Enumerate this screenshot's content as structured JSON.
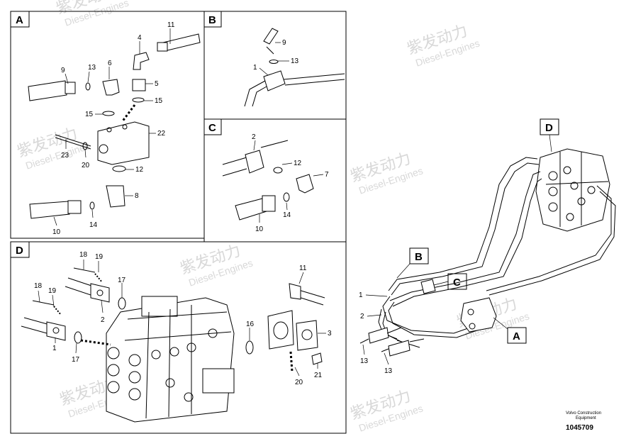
{
  "watermark": {
    "chinese": "紫发动力",
    "english": "Diesel-Engines"
  },
  "panels": {
    "a": {
      "letter": "A",
      "callouts": [
        "11",
        "4",
        "9",
        "13",
        "6",
        "5",
        "15",
        "15",
        "22",
        "23",
        "20",
        "12",
        "8",
        "10",
        "14"
      ]
    },
    "b": {
      "letter": "B",
      "callouts": [
        "9",
        "13",
        "1"
      ]
    },
    "c": {
      "letter": "C",
      "callouts": [
        "2",
        "12",
        "7",
        "14",
        "10"
      ]
    },
    "d": {
      "letter": "D",
      "callouts": [
        "18",
        "19",
        "17",
        "18",
        "19",
        "2",
        "1",
        "17",
        "11",
        "16",
        "3",
        "20",
        "21"
      ]
    }
  },
  "overview": {
    "tags": {
      "d": "D",
      "b": "B",
      "c": "C",
      "a": "A"
    },
    "callouts": [
      "1",
      "2",
      "13",
      "13"
    ]
  },
  "footer": {
    "credit_line1": "Volvo Construction",
    "credit_line2": "Equipment",
    "doc_number": "1045709"
  }
}
